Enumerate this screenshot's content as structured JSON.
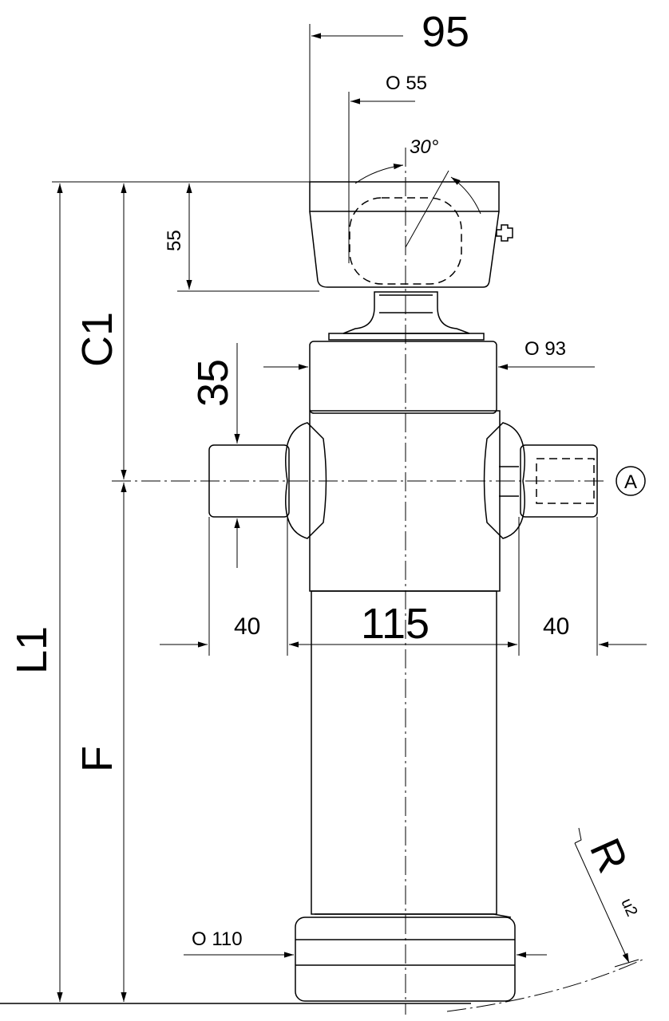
{
  "drawing": {
    "dims": {
      "top_width": "95",
      "ball_diameter": "O 55",
      "angle": "30°",
      "head_height": "55",
      "c1": "C1",
      "pin_diameter": "35",
      "tube_diameter": "O 93",
      "port_label": "A",
      "pin_left": "40",
      "pin_span": "115",
      "pin_right": "40",
      "l1": "L1",
      "f": "F",
      "radius": "R",
      "radius_sub": "u2",
      "base_diameter": "O 110"
    }
  }
}
